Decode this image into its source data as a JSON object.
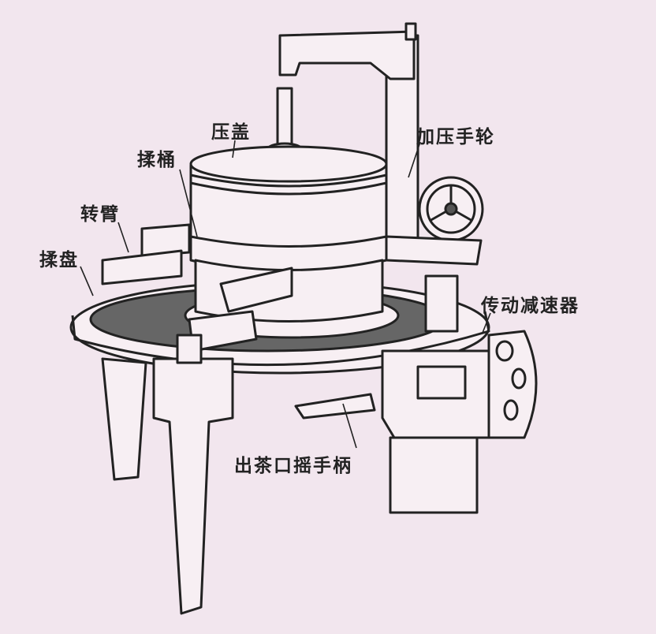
{
  "labels": {
    "pressure_lid": "压盖",
    "rolling_barrel": "揉桶",
    "rotating_arm": "转臂",
    "rolling_plate": "揉盘",
    "pressure_handwheel": "加压手轮",
    "transmission_reducer": "传动减速器",
    "tea_outlet_crank": "出茶口摇手柄"
  }
}
